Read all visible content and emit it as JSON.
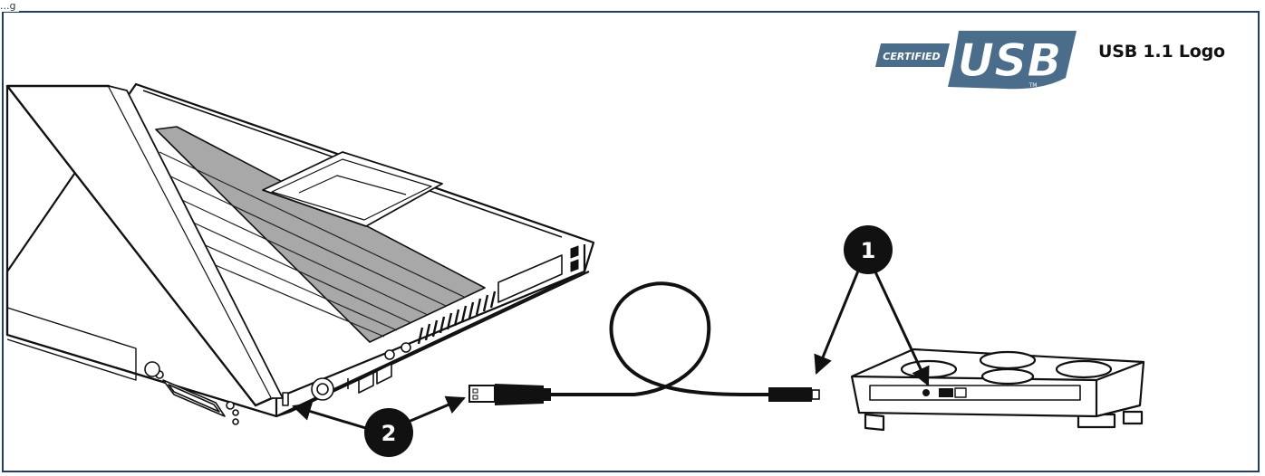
{
  "page": {
    "heading": "...g"
  },
  "logo": {
    "certified_text": "CERTIFIED",
    "usb_text": "USB",
    "tm_text": "TM",
    "caption": "USB 1.1 Logo"
  },
  "callouts": [
    {
      "label": "1"
    },
    {
      "label": "2"
    }
  ],
  "colors": {
    "frame": "#1f3d6b",
    "logo_blue": "#4a6d8c",
    "key_gray": "#a8a8a8",
    "callout": "#111111"
  }
}
